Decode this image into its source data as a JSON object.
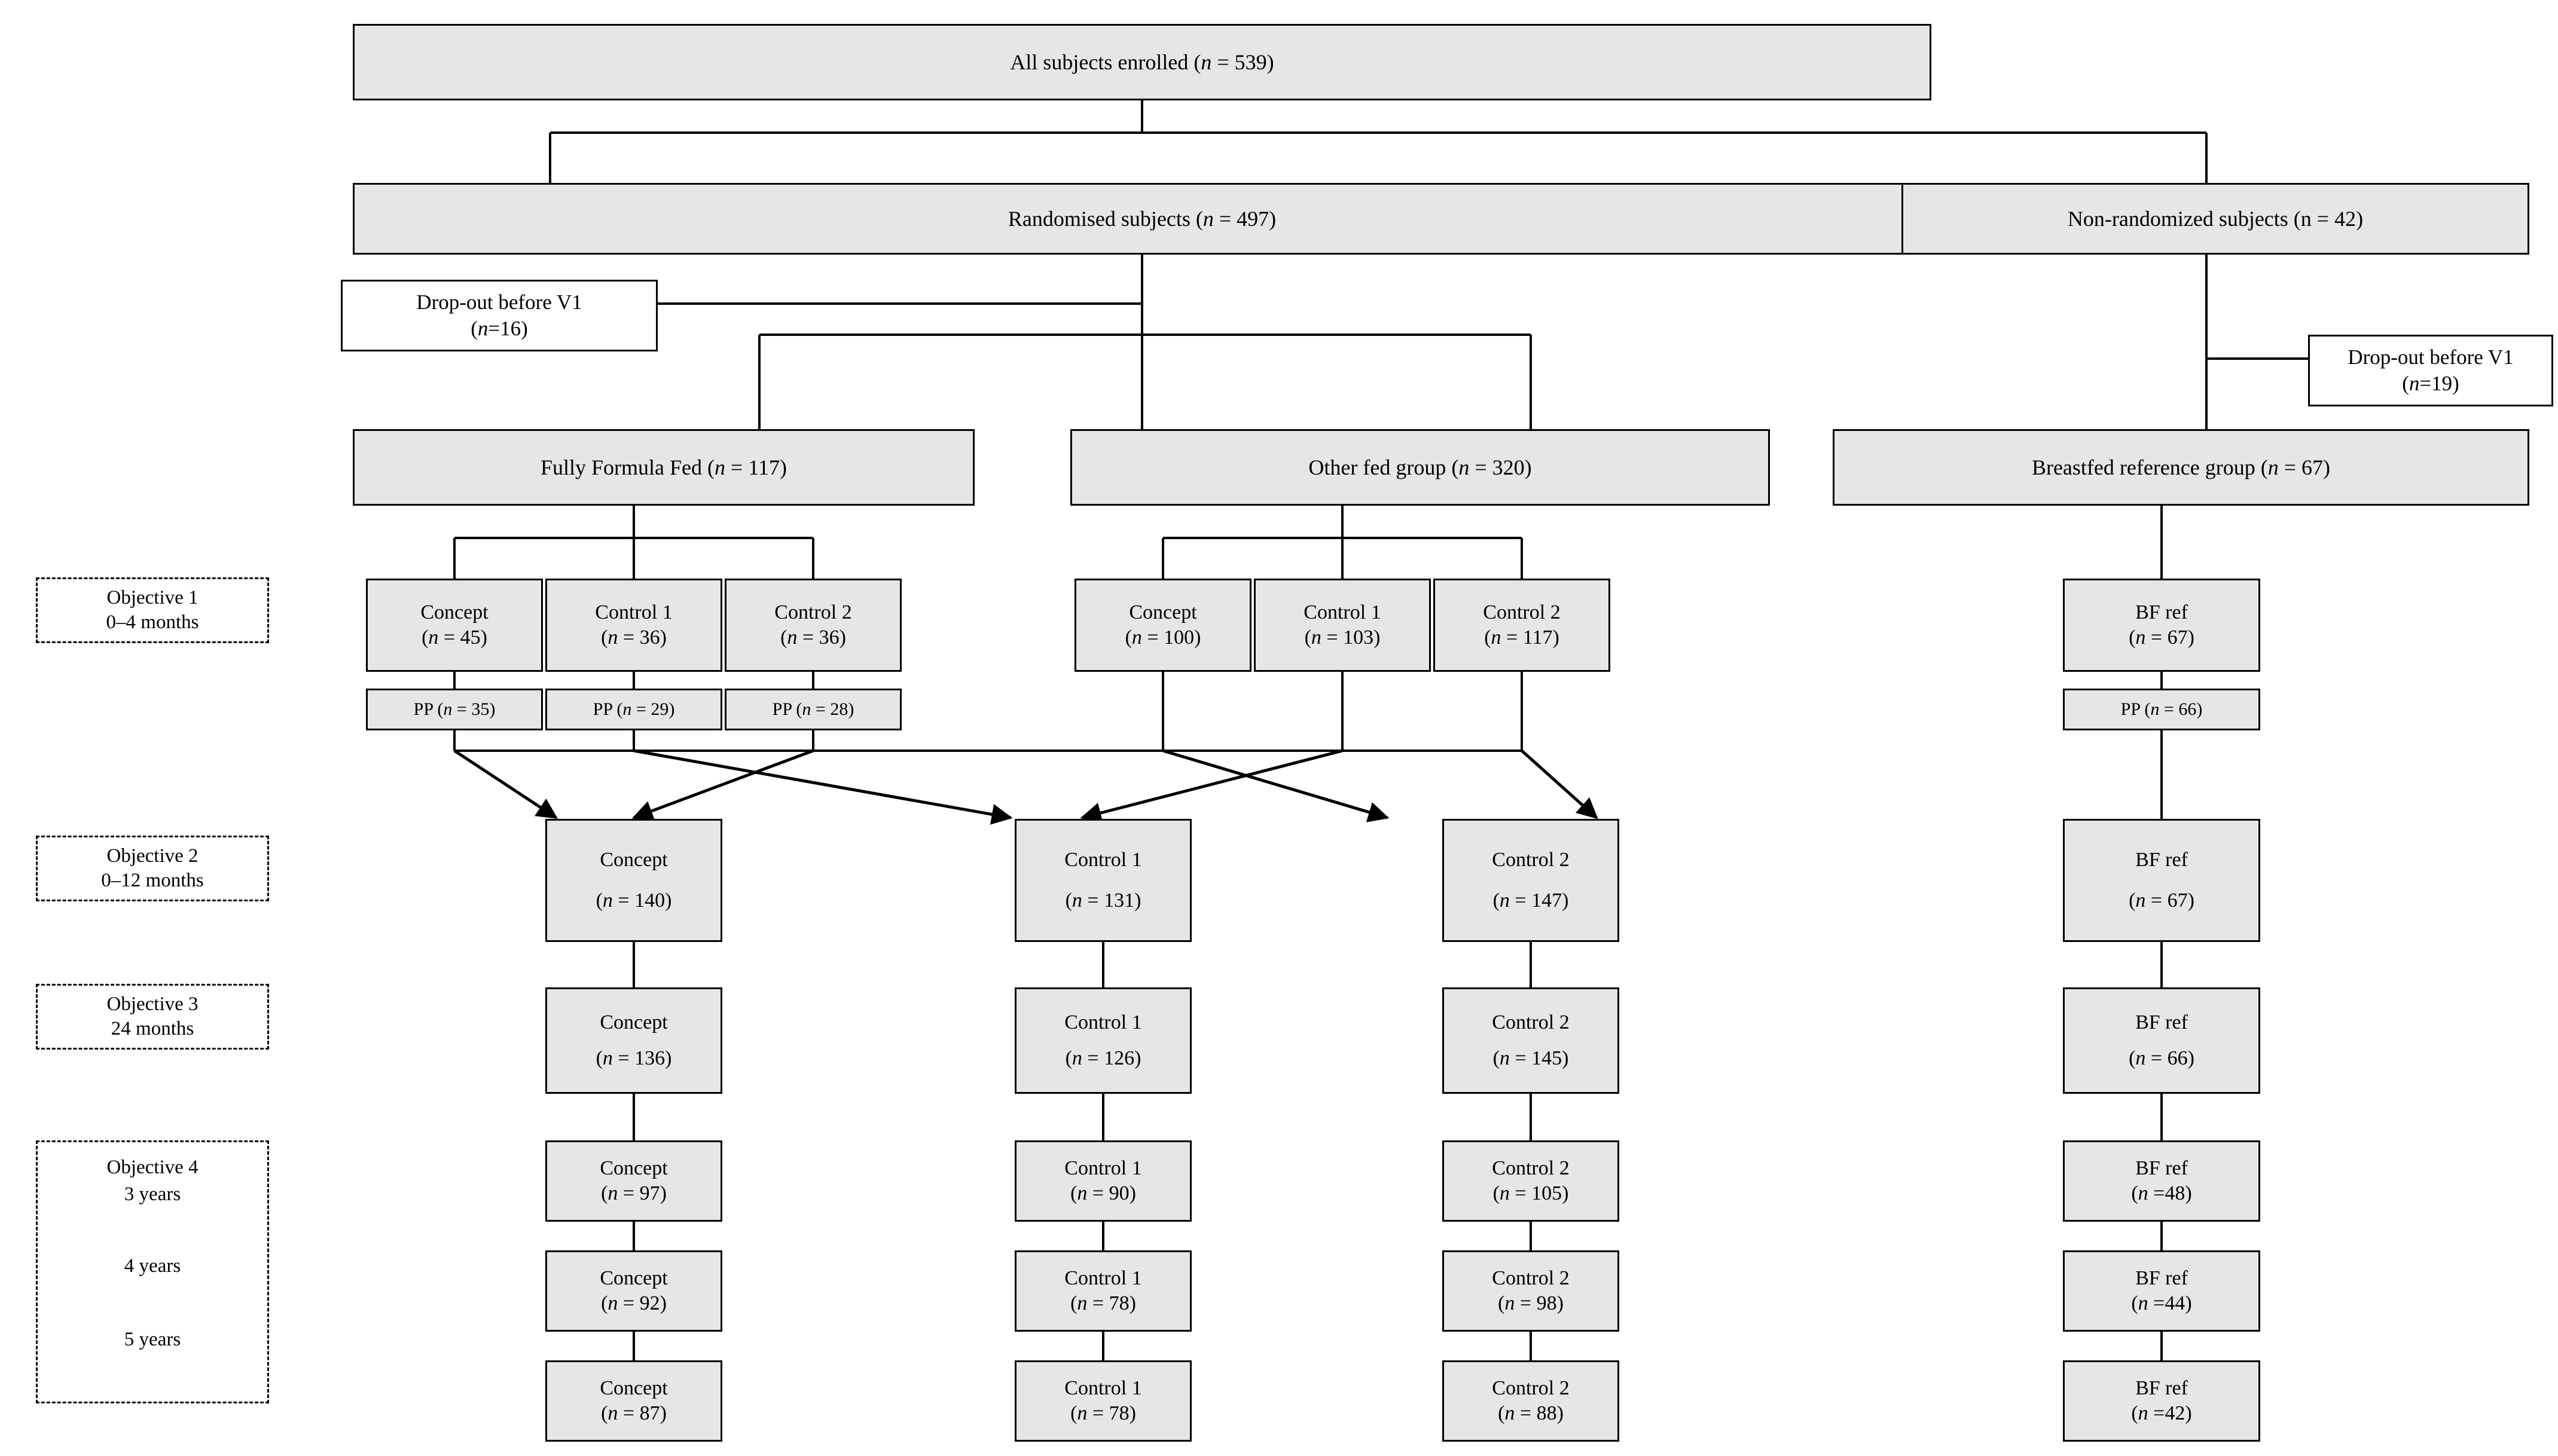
{
  "figure": {
    "kind": "study-flow-diagram",
    "colors": {
      "box_fill": "#e6e6e6",
      "box_stroke": "#000000",
      "page_bg": "#ffffff",
      "white_fill": "#ffffff"
    }
  },
  "enrolled": {
    "label": "All subjects enrolled (n = 539)",
    "n": 539
  },
  "randomised": {
    "label": "Randomised subjects (n = 497)",
    "n": 497
  },
  "non_randomized": {
    "label": "Non-randomized subjects (n = 42)",
    "n": 42
  },
  "dropout_left": {
    "line1": "Drop-out before V1",
    "line2": "(n=16)",
    "n": 16
  },
  "dropout_right": {
    "line1": "Drop-out before V1",
    "line2": "(n=19)",
    "n": 19
  },
  "groups": {
    "fully_formula_fed": {
      "label": "Fully Formula Fed (n = 117)",
      "n": 117
    },
    "other_fed_group": {
      "label": "Other fed group (n = 320)",
      "n": 320
    },
    "breastfed_reference": {
      "label": "Breastfed reference group (n = 67)",
      "n": 67
    }
  },
  "objective_labels": [
    {
      "title": "Objective 1",
      "lines": [
        "0–4 months"
      ]
    },
    {
      "title": "Objective 2",
      "lines": [
        "0–12 months"
      ]
    },
    {
      "title": "Objective 3",
      "lines": [
        "24 months"
      ]
    },
    {
      "title": "Objective 4",
      "lines": [
        "3 years",
        "4 years",
        "5 years"
      ]
    }
  ],
  "objective1": {
    "fff": [
      {
        "name": "Concept",
        "count": "(n = 45)",
        "n": 45,
        "pp": "PP (n = 35)",
        "pp_n": 35
      },
      {
        "name": "Control 1",
        "count": "(n = 36)",
        "n": 36,
        "pp": "PP (n = 29)",
        "pp_n": 29
      },
      {
        "name": "Control 2",
        "count": "(n = 36)",
        "n": 36,
        "pp": "PP (n = 28)",
        "pp_n": 28
      }
    ],
    "other": [
      {
        "name": "Concept",
        "count": "(n = 100)",
        "n": 100
      },
      {
        "name": "Control 1",
        "count": "(n = 103)",
        "n": 103
      },
      {
        "name": "Control 2",
        "count": "(n = 117)",
        "n": 117
      }
    ],
    "bf": {
      "name": "BF ref",
      "count": "(n = 67)",
      "n": 67,
      "pp": "PP (n = 66)",
      "pp_n": 66
    }
  },
  "objective2": {
    "arms": [
      {
        "name": "Concept",
        "count": "(n = 140)",
        "n": 140
      },
      {
        "name": "Control 1",
        "count": "(n = 131)",
        "n": 131
      },
      {
        "name": "Control 2",
        "count": "(n = 147)",
        "n": 147
      }
    ],
    "bf": {
      "name": "BF ref",
      "count": "(n = 67)",
      "n": 67
    }
  },
  "objective3": {
    "arms": [
      {
        "name": "Concept",
        "count": "(n = 136)",
        "n": 136
      },
      {
        "name": "Control 1",
        "count": "(n = 126)",
        "n": 126
      },
      {
        "name": "Control 2",
        "count": "(n = 145)",
        "n": 145
      }
    ],
    "bf": {
      "name": "BF ref",
      "count": "(n = 66)",
      "n": 66
    }
  },
  "objective4": {
    "year3": {
      "arms": [
        {
          "name": "Concept",
          "count": "(n = 97)",
          "n": 97
        },
        {
          "name": "Control 1",
          "count": "(n = 90)",
          "n": 90
        },
        {
          "name": "Control 2",
          "count": "(n = 105)",
          "n": 105
        }
      ],
      "bf": {
        "name": "BF ref",
        "count": "(n =48)",
        "n": 48
      }
    },
    "year4": {
      "arms": [
        {
          "name": "Concept",
          "count": "(n = 92)",
          "n": 92
        },
        {
          "name": "Control 1",
          "count": "(n = 78)",
          "n": 78
        },
        {
          "name": "Control 2",
          "count": "(n = 98)",
          "n": 98
        }
      ],
      "bf": {
        "name": "BF ref",
        "count": "(n =44)",
        "n": 44
      }
    },
    "year5": {
      "arms": [
        {
          "name": "Concept",
          "count": "(n = 87)",
          "n": 87
        },
        {
          "name": "Control  1",
          "count": "(n = 78)",
          "n": 78
        },
        {
          "name": "Control 2",
          "count": "(n = 88)",
          "n": 88
        }
      ],
      "bf": {
        "name": "BF ref",
        "count": "(n =42)",
        "n": 42
      }
    }
  }
}
